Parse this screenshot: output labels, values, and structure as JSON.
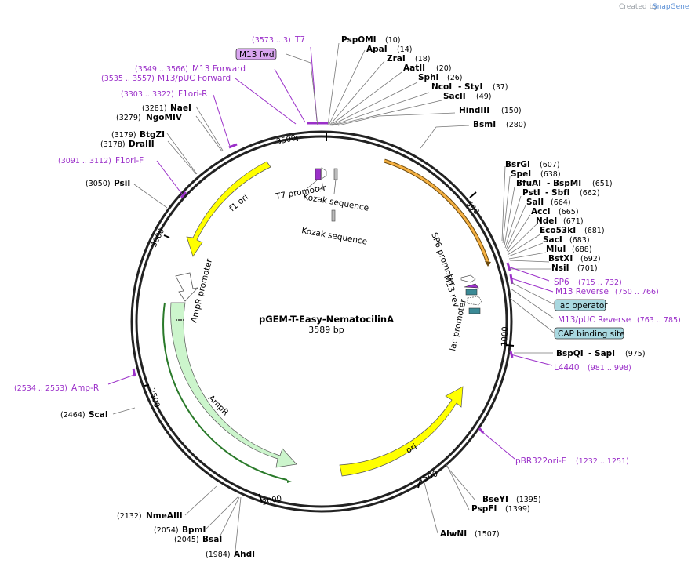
{
  "watermark": {
    "prefix": "Created by",
    "brand": "SnapGene"
  },
  "plasmid": {
    "name": "pGEM-T-Easy-NematocilinA",
    "length": "3589 bp"
  },
  "ticks": [
    "500",
    "1000",
    "1500",
    "2000",
    "2500",
    "3000",
    "3500"
  ],
  "enzymes": [
    {
      "name": "PspOMI",
      "pos": "(10)"
    },
    {
      "name": "ApaI",
      "pos": "(14)"
    },
    {
      "name": "ZraI",
      "pos": "(18)"
    },
    {
      "name": "AatII",
      "pos": "(20)"
    },
    {
      "name": "SphI",
      "pos": "(26)"
    },
    {
      "name": "NcoI",
      "pos2": "- StyI",
      "pos": "(37)"
    },
    {
      "name": "SacII",
      "pos": "(49)"
    },
    {
      "name": "HindIII",
      "pos": "(150)"
    },
    {
      "name": "BsmI",
      "pos": "(280)"
    },
    {
      "name": "BsrGI",
      "pos": "(607)"
    },
    {
      "name": "SpeI",
      "pos": "(638)"
    },
    {
      "name": "BfuAI",
      "pos2": "- BspMI",
      "pos": "(651)"
    },
    {
      "name": "PstI",
      "pos2": "- SbfI",
      "pos": "(662)"
    },
    {
      "name": "SalI",
      "pos": "(664)"
    },
    {
      "name": "AccI",
      "pos": "(665)"
    },
    {
      "name": "NdeI",
      "pos": "(671)"
    },
    {
      "name": "Eco53kI",
      "pos": "(681)"
    },
    {
      "name": "SacI",
      "pos": "(683)"
    },
    {
      "name": "MluI",
      "pos": "(688)"
    },
    {
      "name": "BstXI",
      "pos": "(692)"
    },
    {
      "name": "NsiI",
      "pos": "(701)"
    },
    {
      "name": "BspQI",
      "pos2": "- SapI",
      "pos": "(975)"
    },
    {
      "name": "BseYI",
      "pos": "(1395)"
    },
    {
      "name": "PspFI",
      "pos": "(1399)"
    },
    {
      "name": "AlwNI",
      "pos": "(1507)"
    },
    {
      "name": "AhdI",
      "pos": "(1984)"
    },
    {
      "name": "BsaI",
      "pos": "(2045)"
    },
    {
      "name": "BpmI",
      "pos": "(2054)"
    },
    {
      "name": "NmeAIII",
      "pos": "(2132)"
    },
    {
      "name": "ScaI",
      "pos": "(2464)"
    },
    {
      "name": "PsiI",
      "pos": "(3050)"
    },
    {
      "name": "DraIII",
      "pos": "(3178)"
    },
    {
      "name": "BtgZI",
      "pos": "(3179)"
    },
    {
      "name": "NgoMIV",
      "pos": "(3279)"
    },
    {
      "name": "NaeI",
      "pos": "(3281)"
    }
  ],
  "primers": [
    {
      "name": "T7",
      "pos": "(3573 .. 3)"
    },
    {
      "name": "M13 Forward",
      "pos": "(3549 .. 3566)"
    },
    {
      "name": "M13/pUC Forward",
      "pos": "(3535 .. 3557)"
    },
    {
      "name": "F1ori-R",
      "pos": "(3303 .. 3322)"
    },
    {
      "name": "F1ori-F",
      "pos": "(3091 .. 3112)"
    },
    {
      "name": "Amp-R",
      "pos": "(2534 .. 2553)"
    },
    {
      "name": "SP6",
      "pos": "(715 .. 732)"
    },
    {
      "name": "M13 Reverse",
      "pos": "(750 .. 766)"
    },
    {
      "name": "M13/pUC Reverse",
      "pos": "(763 .. 785)"
    },
    {
      "name": "L4440",
      "pos": "(981 .. 998)"
    },
    {
      "name": "pBR322ori-F",
      "pos": "(1232 .. 1251)"
    }
  ],
  "boxed": {
    "m13fwd": "M13 fwd",
    "lac_operator": "lac operator",
    "cap": "CAP binding site"
  },
  "features": {
    "t7_promoter": "T7 promoter",
    "kozak1": "Kozak sequence",
    "kozak2": "Kozak sequence",
    "sp6_promoter": "SP6 promoter",
    "m13_rev": "M13 rev",
    "lac_promoter": "lac promoter",
    "f1_ori": "f1 ori",
    "ampr_promoter": "AmpR promoter",
    "ampr": "AmpR",
    "ori": "ori"
  },
  "colors": {
    "primer": "#9b30c9",
    "f1ori": "#ffff00",
    "ori": "#ffff00",
    "ampr": "#ccf5cc",
    "sp6": "#f5b041",
    "boxfill": "#a9d8e0",
    "m13fwd_fill": "#d9a6f0"
  }
}
